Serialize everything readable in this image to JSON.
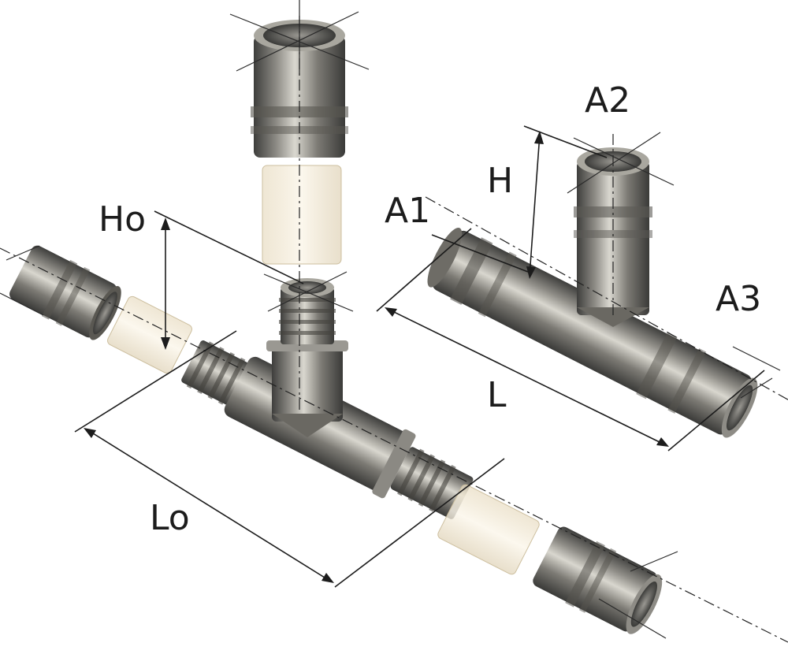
{
  "labels": {
    "ho": "Ho",
    "lo": "Lo",
    "a1": "A1",
    "a2": "A2",
    "a3": "A3",
    "h": "H",
    "l": "L"
  },
  "colors": {
    "metal_dark": "#4a4a48",
    "metal_mid": "#8e8c86",
    "metal_light": "#d6d4cc",
    "sleeve": "#f3ead8",
    "line": "#1c1c1c"
  }
}
